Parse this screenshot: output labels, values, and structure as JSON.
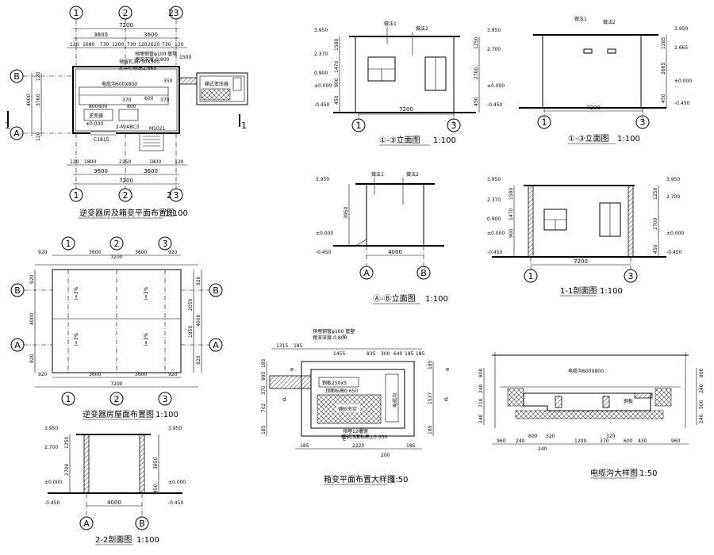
{
  "titles": {
    "plan": "逆变器房及箱变平面布置图",
    "plan_scale": "1:100",
    "elev13_a": "①-③立面图",
    "elev13_a_scale": "1:100",
    "elev13_b": "①-③立面图",
    "elev13_b_scale": "1:100",
    "elevAB": "Ⓐ-Ⓑ立面图",
    "elevAB_scale": "1:100",
    "sec11": "1-1剖面图",
    "sec11_scale": "1:100",
    "roof": "逆变器房屋面布置图",
    "roof_scale": "1:100",
    "sec22": "2-2剖面图",
    "sec22_scale": "1:100",
    "box": "箱变平面布置大样图",
    "box_scale": "1:50",
    "trench": "电缆沟大样图",
    "trench_scale": "1:50"
  },
  "axes": {
    "a1": "1",
    "a2": "2",
    "a3": "3",
    "aA": "A",
    "aB": "B"
  },
  "plan": {
    "dim_top_total": "7200",
    "dim_top_3600a": "3600",
    "dim_top_3600b": "3600",
    "d120a": "120",
    "d1680": "1680",
    "d730a": "730",
    "d1200": "1200",
    "d730b": "730",
    "d120b": "120",
    "d2620": "2620",
    "d730c": "730",
    "d120c": "120",
    "dim_bot_total": "7200",
    "b120a": "120",
    "b1800a": "1800",
    "b2250": "2250",
    "b1800b": "1800",
    "b120b": "120",
    "b3600a": "3600",
    "b3600b": "3600",
    "left_4000": "4000",
    "left_3760": "3760",
    "left_120a": "120",
    "left_120b": "120",
    "cable_trench": "电缆沟600X800",
    "window_c1815": "C1815",
    "door_m1021": "M1021",
    "note_pipe": "预埋钢管φ100 管壁",
    "note_depth": "埋深深度-0.800",
    "note_hole": "预留孔洞730X300",
    "note_elev": "±0.000",
    "note_pipe2": "孔中心标高2.665",
    "d1500": "1500",
    "d600a": "600",
    "d800a": "800",
    "d800b": "800",
    "d600b": "600",
    "d370a": "370",
    "d370b": "370",
    "d350": "350",
    "inverter": "逆变器",
    "cabinet": "2-M/ABC3",
    "sec1": "1",
    "sec2": "2",
    "box_lbl": "箱式变压器"
  },
  "elev13a": {
    "l3950": "3.950",
    "l2370": "2.370",
    "l0900": "0.900",
    "l000": "±0.000",
    "lm045": "-0.450",
    "r3950": "3.950",
    "r2700": "2.700",
    "r000": "±0.000",
    "rm045": "-0.450",
    "d1580": "1580",
    "d1470": "1470",
    "d900": "900",
    "d450": "450",
    "d1250": "1250",
    "d2700": "2700",
    "d450b": "450",
    "w7200": "7200",
    "tag1": "做法1",
    "tag2": "做法2"
  },
  "elev13b": {
    "r3950": "3.950",
    "r2665": "2.665",
    "r000": "±0.000",
    "rm045": "-0.450",
    "d1285": "1285",
    "d2665": "2665",
    "d450": "450",
    "w7200": "7200",
    "tag1": "做法1",
    "tag2": "做法2"
  },
  "elevAB": {
    "l3950": "3.950",
    "l000": "±0.000",
    "lm045": "-0.450",
    "d3950": "3950",
    "w4000": "4000",
    "tag1": "做法1",
    "tag2": "做法2"
  },
  "sec11": {
    "l3950": "3.950",
    "l2370": "2.370",
    "l0900": "0.900",
    "l000": "±0.000",
    "lm045": "-0.450",
    "r3950": "3.950",
    "r2700": "2.700",
    "r000": "±0.000",
    "rm045": "-0.450",
    "d1580": "1580",
    "d1470": "1470",
    "d900": "900",
    "d1250": "1250",
    "d2700": "2700",
    "d450": "450",
    "w7200": "7200"
  },
  "roof": {
    "t920a": "920",
    "t3600a": "3600",
    "t3600b": "3600",
    "t920b": "920",
    "t7200": "7200",
    "b920a": "920",
    "b3600a": "3600",
    "b3600b": "3600",
    "b920b": "920",
    "b7200": "7200",
    "l920a": "920",
    "l4000": "4000",
    "l920b": "920",
    "r920a": "920",
    "r2050": "2050",
    "r1950": "1950",
    "r4000": "4000",
    "r920b": "920",
    "slope": "i=3%"
  },
  "sec22": {
    "l3950": "3.950",
    "l2700": "2.700",
    "l000": "±0.000",
    "lm045": "-0.450",
    "r3950": "3.950",
    "r000": "±0.000",
    "rm045": "-0.450",
    "d1250": "1250",
    "d2700": "2700",
    "d3950": "3950",
    "d450": "450",
    "w4000": "4000"
  },
  "box": {
    "note_pipe": "预埋钢管φ100 管壁",
    "note_depth": "埋深深度-0.800",
    "c": "c",
    "d": "d",
    "e": "e",
    "t1315": "1315",
    "t185a": "185",
    "t1455": "1455",
    "t835": "835",
    "t300": "300",
    "t640": "640",
    "t185b": "185",
    "t185c": "185",
    "b185a": "185",
    "b2220": "2220",
    "b200": "200",
    "b185b": "185",
    "l185": "185",
    "l995": "995",
    "l370": "370",
    "l702": "702",
    "l185b": "185",
    "r185": "185",
    "r1537": "1537",
    "r185b": "185",
    "plate": "钢板250x5",
    "elev": "顶面标高0.650",
    "sand": "铺砂夯实",
    "note_b1": "预埋12槽钢",
    "note_b2": "槽钢顶面标高±0.000",
    "edge": "电缆沟"
  },
  "trench": {
    "label": "电缆沟600X800",
    "b960a": "960",
    "b240a": "240",
    "b600a": "600",
    "b320a": "320",
    "b1200": "1200",
    "b370": "370",
    "b320b": "320",
    "b600b": "600",
    "b430": "430",
    "b960b": "960",
    "b240b": "240",
    "l800": "800",
    "l240": "240",
    "l710": "710",
    "l240b": "240",
    "r800": "800",
    "r240": "240",
    "r500": "500",
    "r240b": "240",
    "note": "钢板"
  }
}
